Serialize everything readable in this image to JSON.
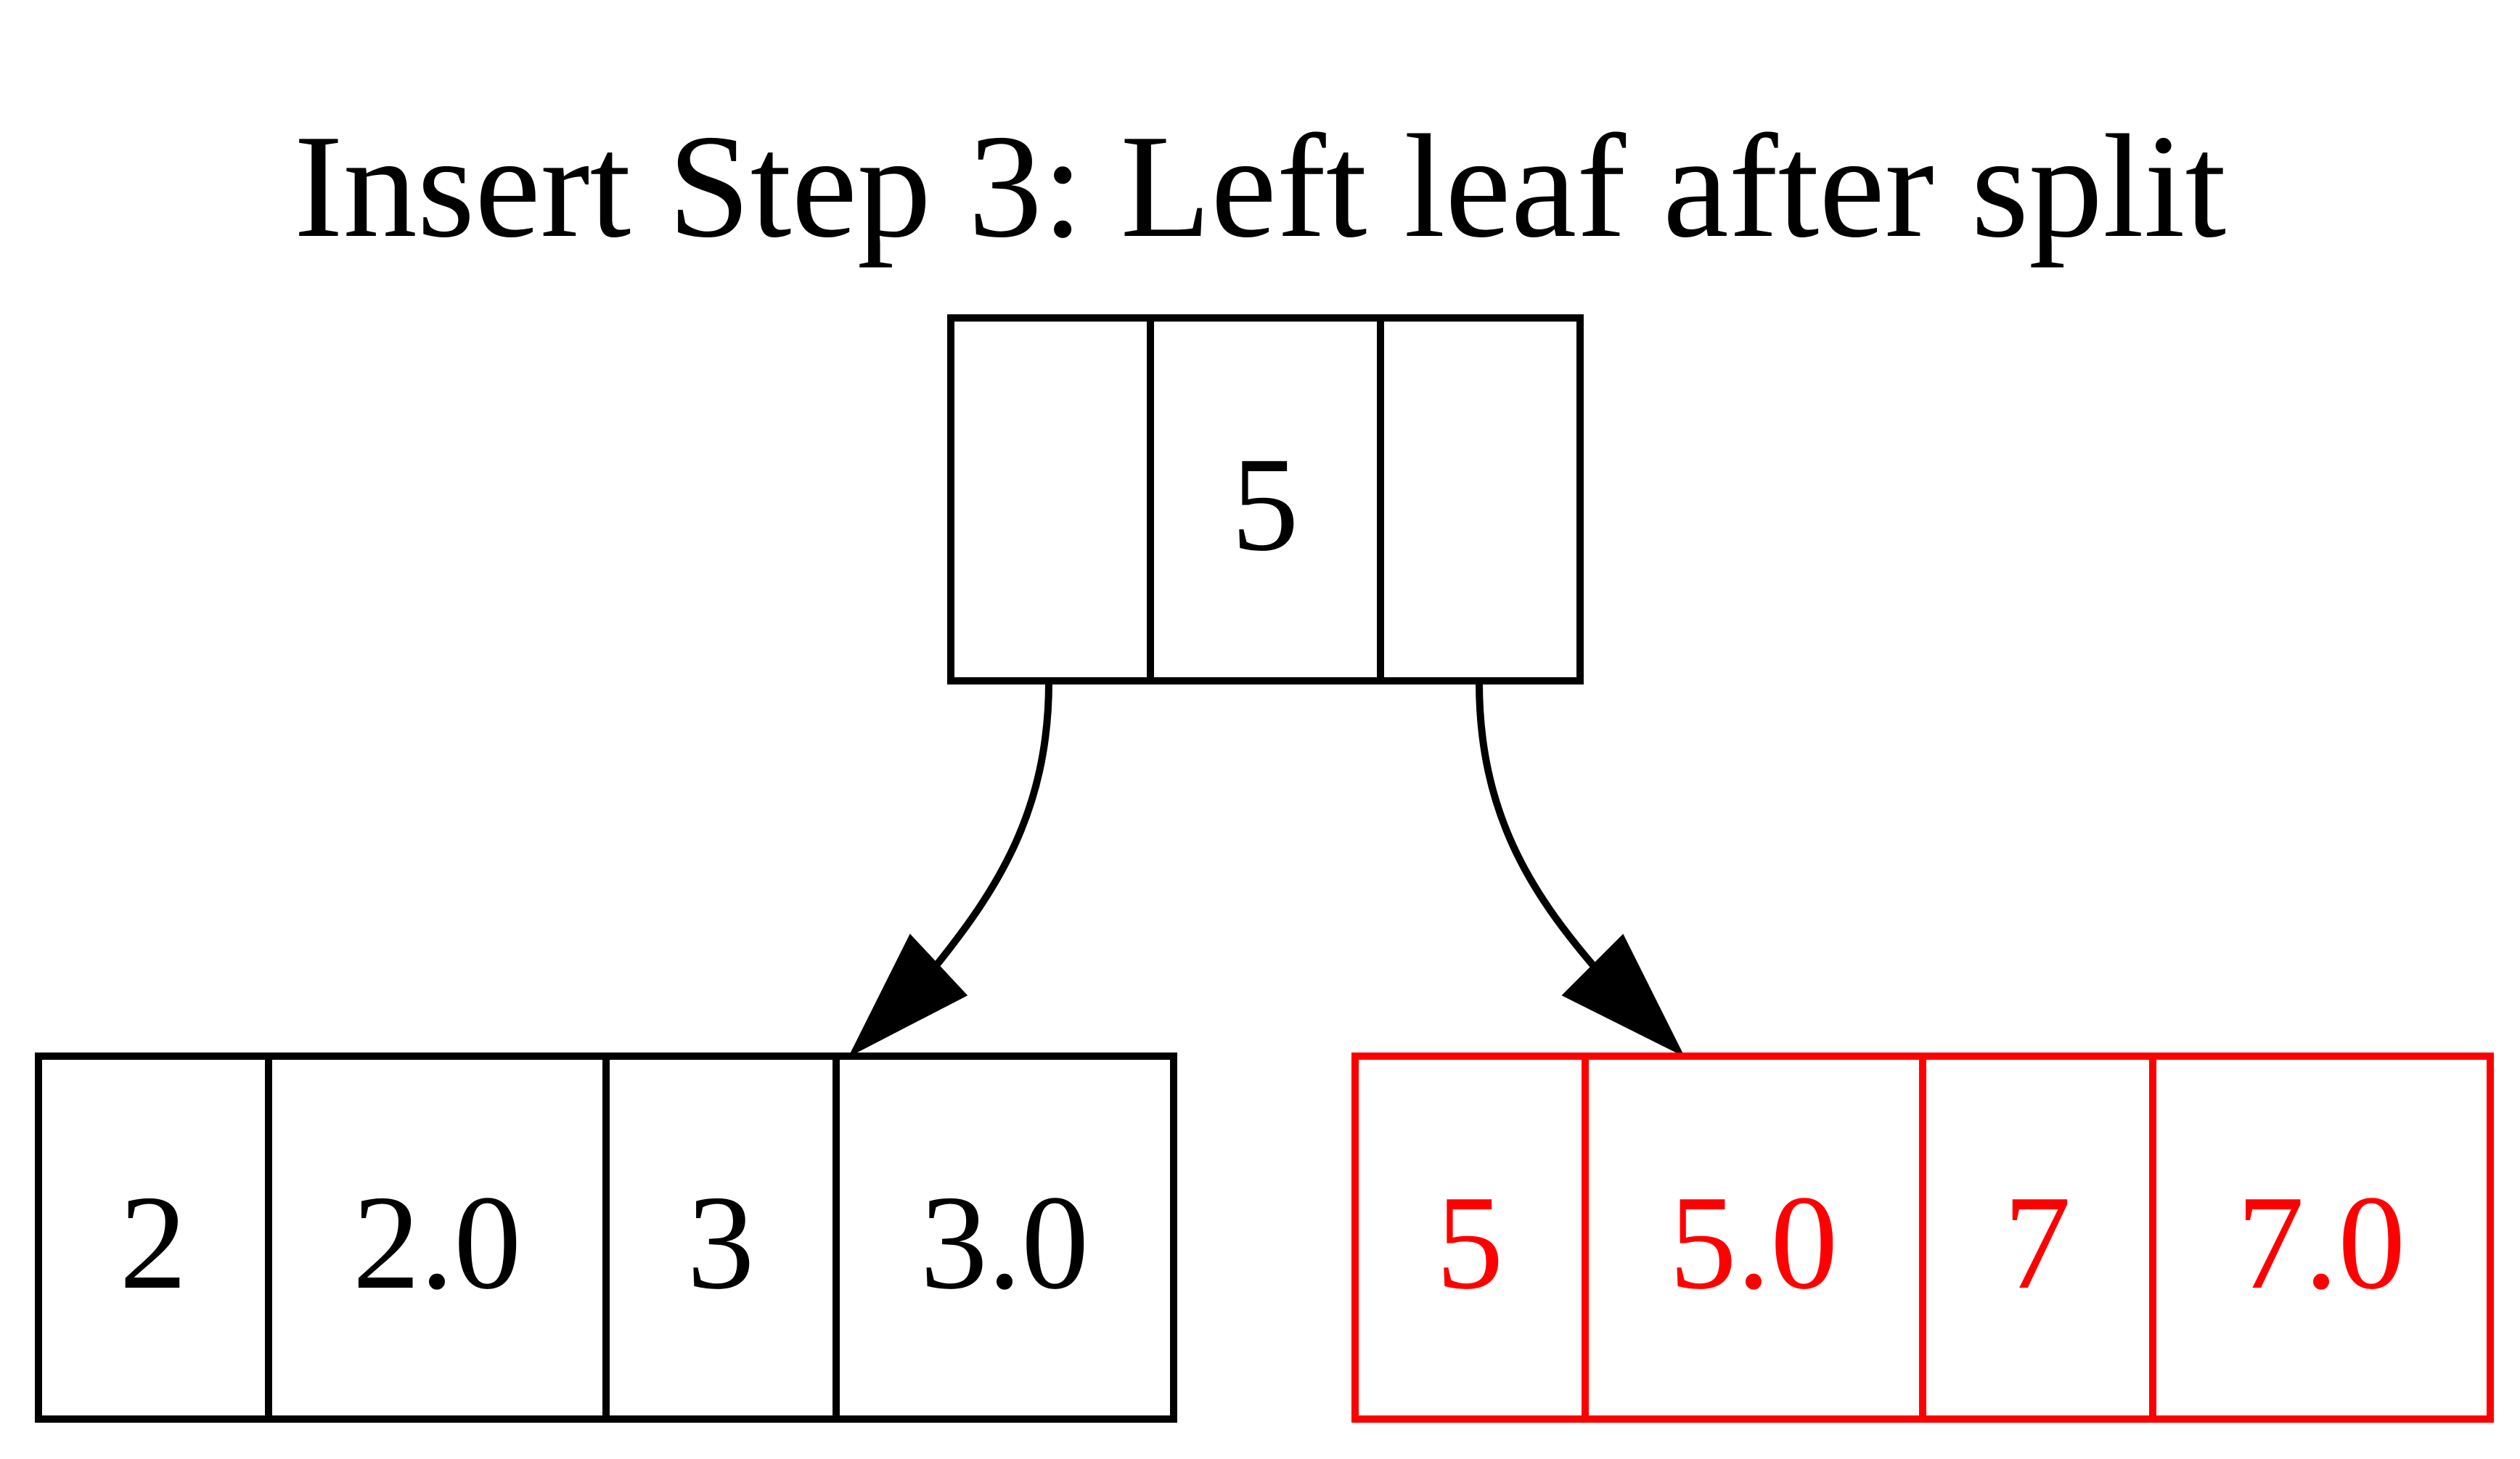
{
  "title": "Insert Step 3: Left leaf after split",
  "colors": {
    "default": "#000000",
    "highlight": "#ff0000"
  },
  "nodes": {
    "root": {
      "cells": [
        "",
        "5",
        ""
      ],
      "highlighted": false
    },
    "left_leaf": {
      "cells": [
        "2",
        "2.0",
        "3",
        "3.0"
      ],
      "highlighted": false
    },
    "right_leaf": {
      "cells": [
        "5",
        "5.0",
        "7",
        "7.0"
      ],
      "highlighted": true
    }
  },
  "edges": [
    {
      "from": "root",
      "from_port": 0,
      "to": "left_leaf"
    },
    {
      "from": "root",
      "from_port": 2,
      "to": "right_leaf"
    }
  ]
}
